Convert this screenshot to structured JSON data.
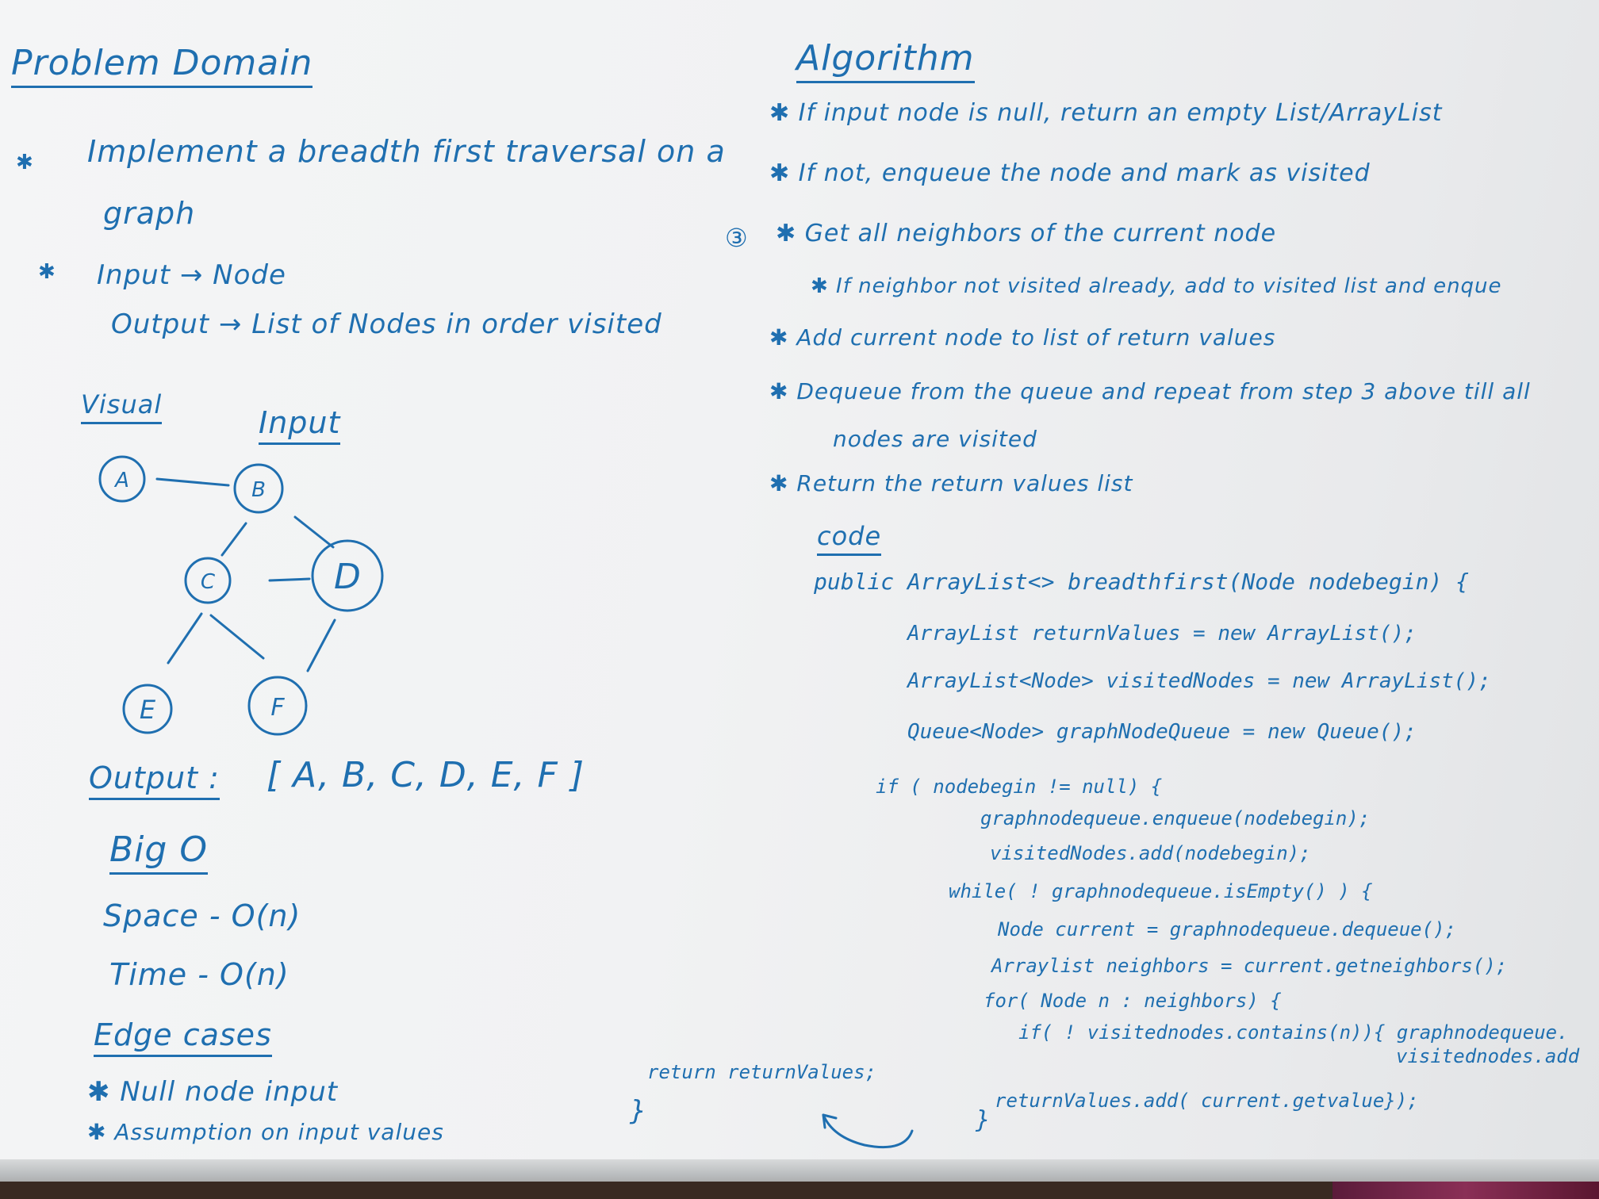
{
  "problem_domain": {
    "title": "Problem Domain",
    "items": [
      {
        "bullet": "✱",
        "text": "Implement a breadth first traversal on a"
      },
      {
        "bullet": "",
        "text": "graph"
      },
      {
        "bullet": "✱",
        "text": "Input → Node"
      },
      {
        "bullet": "",
        "text": "Output → List of Nodes in order visited"
      }
    ]
  },
  "visual": {
    "visual_label": "Visual",
    "input_label": "Input",
    "nodes": [
      "A",
      "B",
      "C",
      "D",
      "E",
      "F"
    ]
  },
  "output": {
    "label": "Output :",
    "value": "[ A, B, C, D, E, F ]"
  },
  "big_o": {
    "title": "Big O",
    "space": "Space - O(n)",
    "time": "Time - O(n)"
  },
  "edge_cases": {
    "title": "Edge cases",
    "items": [
      "✱ Null node input",
      "✱ Assumption on input values"
    ]
  },
  "algorithm": {
    "title": "Algorithm",
    "step_marker": "③",
    "steps": [
      "✱ If input node is null, return an empty List/ArrayList",
      "✱ If not, enqueue the node and mark as visited",
      "✱ Get all neighbors of the current node",
      "✱ If neighbor not visited already, add to visited list and enque",
      "✱ Add current node to list of return values",
      "✱ Dequeue from the queue and repeat from step 3 above till all",
      "nodes are visited",
      "✱ Return the return values list"
    ]
  },
  "code": {
    "title": "code",
    "lines": [
      "public ArrayList<> breadthfirst(Node nodebegin) {",
      "ArrayList returnValues = new ArrayList();",
      "ArrayList<Node> visitedNodes = new ArrayList();",
      "Queue<Node> graphNodeQueue = new Queue();",
      "if ( nodebegin != null) {",
      "graphnodequeue.enqueue(nodebegin);",
      "visitedNodes.add(nodebegin);",
      "while( ! graphnodequeue.isEmpty() ) {",
      "Node current = graphnodequeue.dequeue();",
      "Arraylist neighbors = current.getneighbors();",
      "for( Node n : neighbors) {",
      "if( ! visitednodes.contains(n)){ graphnodequeue.",
      "visitednodes.add",
      "returnValues.add( current.getvalue});",
      "}",
      "return returnValues;",
      "}"
    ]
  }
}
